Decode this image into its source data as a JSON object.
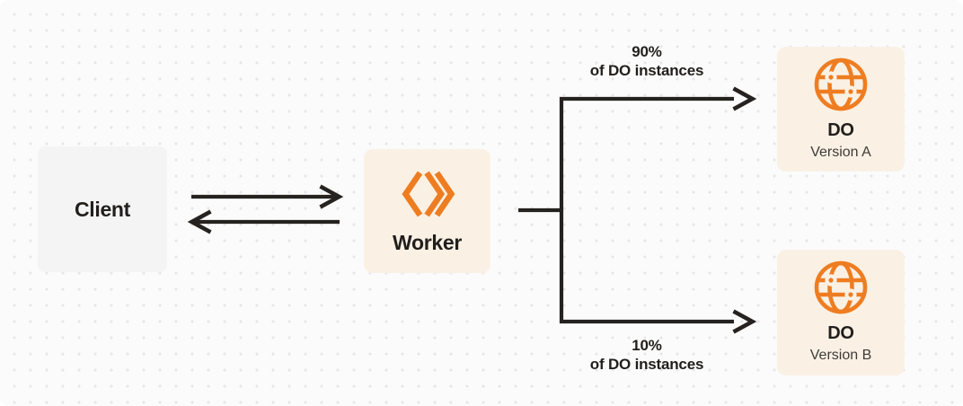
{
  "colors": {
    "bg_base": "#FBFBFB",
    "dot_color": "#E7E7E9",
    "box_cream": "#FAF1E4",
    "box_gray": "#F4F4F5",
    "line_dark": "#26221F",
    "text_primary": "#211E1C",
    "text_secondary": "#3E3B38",
    "accent_orange": "#EE7D22"
  },
  "icons": {
    "worker": "workers-chevrons-icon",
    "durable_object": "globe-icon"
  },
  "nodes": {
    "client": {
      "label": "Client"
    },
    "worker": {
      "label": "Worker"
    },
    "do_version_a": {
      "title": "DO",
      "subtitle": "Version A"
    },
    "do_version_b": {
      "title": "DO",
      "subtitle": "Version B"
    }
  },
  "edge_labels": {
    "top": {
      "percent": "90%",
      "caption": "of DO instances"
    },
    "bottom": {
      "percent": "10%",
      "caption": "of DO instances"
    }
  }
}
